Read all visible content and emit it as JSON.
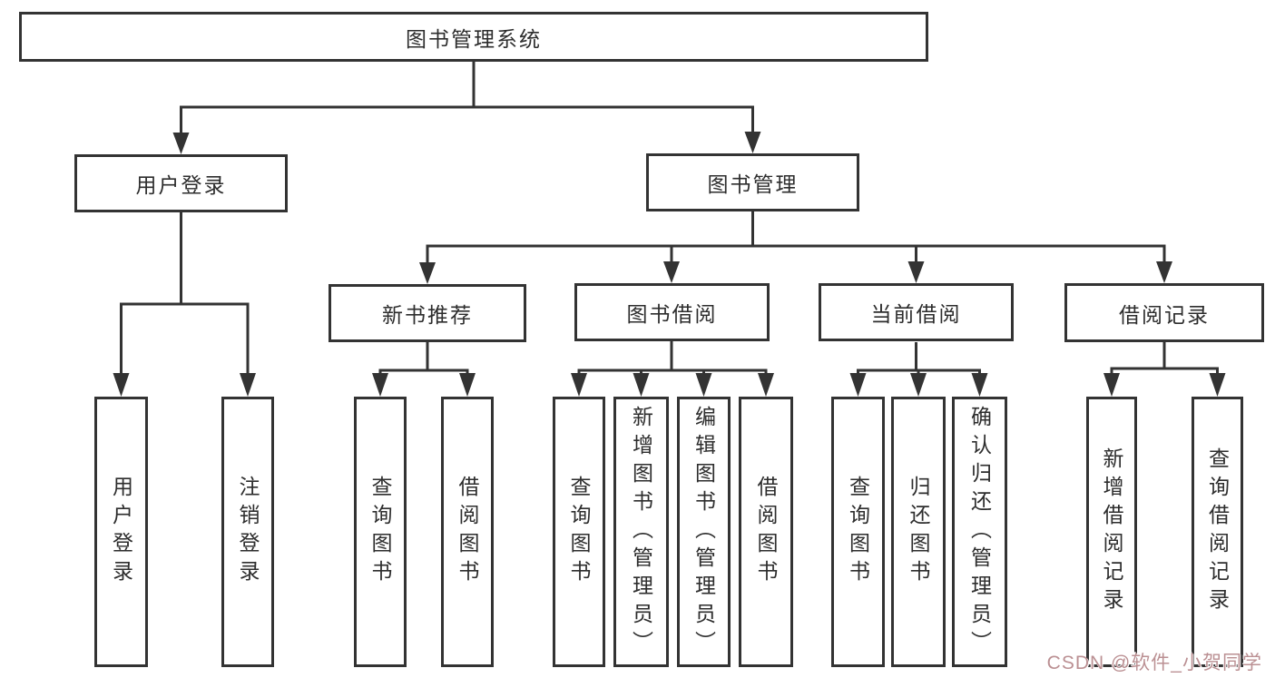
{
  "page": {
    "background": "#ffffff",
    "line_color": "#333333",
    "box_border_color": "#333333",
    "text_color": "#2d2d2d"
  },
  "tree": {
    "root": {
      "label": "图书管理系统"
    },
    "user_login": {
      "label": "用户登录",
      "children": {
        "login": {
          "label": "用户登录"
        },
        "logout": {
          "label": "注销登录"
        }
      }
    },
    "book_management": {
      "label": "图书管理",
      "children": {
        "new_book_recommend": {
          "label": "新书推荐",
          "children": {
            "query_books": {
              "label": "查询图书"
            },
            "borrow_books": {
              "label": "借阅图书"
            }
          }
        },
        "book_borrowing": {
          "label": "图书借阅",
          "children": {
            "query_books": {
              "label": "查询图书"
            },
            "add_books": {
              "label": "新增图书（管理员）"
            },
            "edit_books": {
              "label": "编辑图书（管理员）"
            },
            "borrow_books": {
              "label": "借阅图书"
            }
          }
        },
        "current_borrowing": {
          "label": "当前借阅",
          "children": {
            "query_books": {
              "label": "查询图书"
            },
            "return_books": {
              "label": "归还图书"
            },
            "confirm_return": {
              "label": "确认归还（管理员）"
            }
          }
        },
        "borrowing_records": {
          "label": "借阅记录",
          "children": {
            "add_record": {
              "label": "新增借阅记录"
            },
            "query_record": {
              "label": "查询借阅记录"
            }
          }
        }
      }
    }
  },
  "watermark": {
    "text": "CSDN @软件_小贺同学",
    "color": "#bb9093"
  }
}
